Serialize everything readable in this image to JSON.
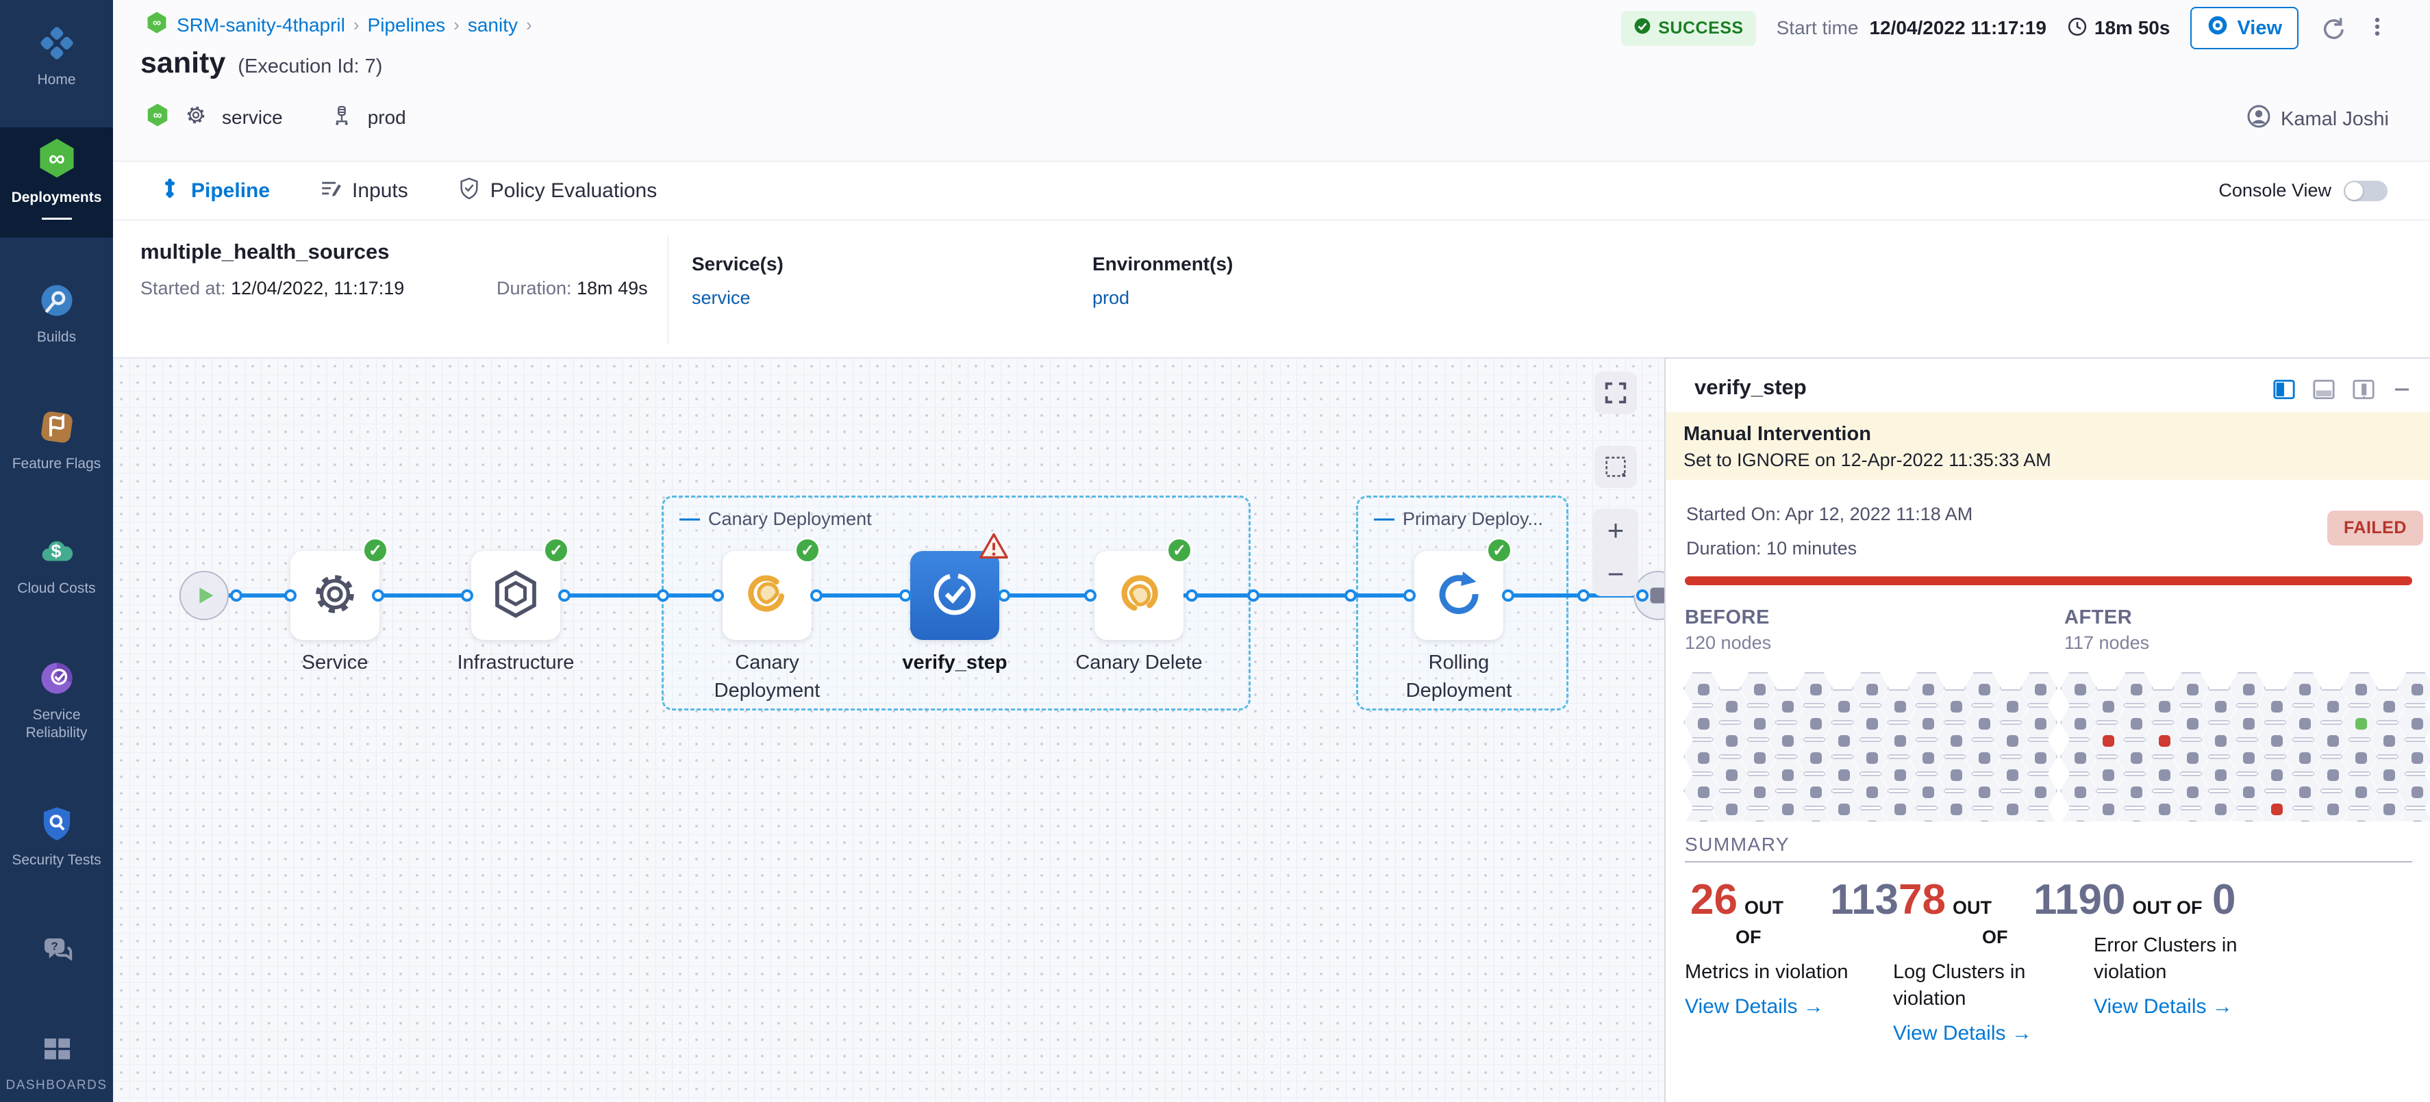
{
  "app": {
    "accent": "#0278d5",
    "success_green": "#42ab45",
    "error_red": "#cf3a31",
    "sidebar_navy": "#1c3458"
  },
  "sidebar": {
    "items": [
      {
        "label": "Home",
        "icon": "home-icon"
      },
      {
        "label": "Deployments",
        "icon": "deployments-icon",
        "active": true
      },
      {
        "label": "Builds",
        "icon": "builds-icon"
      },
      {
        "label": "Feature Flags",
        "icon": "feature-flags-icon"
      },
      {
        "label": "Cloud Costs",
        "icon": "cloud-costs-icon"
      },
      {
        "label": "Service Reliability",
        "icon": "service-reliability-icon"
      },
      {
        "label": "Security Tests",
        "icon": "security-tests-icon"
      },
      {
        "label": "",
        "icon": "help-icon"
      },
      {
        "label": "DASHBOARDS",
        "icon": "dashboards-icon"
      }
    ]
  },
  "topbar": {
    "breadcrumb": {
      "project_icon": "project-icon",
      "items": [
        "SRM-sanity-4thapril",
        "Pipelines",
        "sanity"
      ],
      "separator": "›"
    },
    "status_badge": {
      "label": "SUCCESS",
      "icon": "check-circle-icon"
    },
    "start_time_label": "Start time",
    "start_time": "12/04/2022 11:17:19",
    "duration_icon": "clock-icon",
    "duration": "18m 50s",
    "view_button": {
      "label": "View",
      "icon": "eye-icon"
    },
    "refresh_icon": "refresh-icon",
    "menu_icon": "kebab-menu-icon",
    "title": "sanity",
    "execution_id": "(Execution Id: 7)",
    "context": {
      "pipeline_icon": "project-icon",
      "service_icon": "gear-small-icon",
      "service": "service",
      "environment_icon": "environment-icon",
      "environment": "prod"
    },
    "user": {
      "icon": "user-avatar-icon",
      "name": "Kamal Joshi"
    }
  },
  "tabs": {
    "items": [
      {
        "label": "Pipeline",
        "icon": "pipeline-tab-icon",
        "active": true
      },
      {
        "label": "Inputs",
        "icon": "inputs-tab-icon",
        "active": false
      },
      {
        "label": "Policy Evaluations",
        "icon": "policy-tab-icon",
        "active": false
      }
    ],
    "console_view_label": "Console View",
    "console_toggle_state": "off"
  },
  "stage_bar": {
    "name": "multiple_health_sources",
    "started_label": "Started at:",
    "started": "12/04/2022, 11:17:19",
    "duration_label": "Duration:",
    "duration": "18m 49s",
    "services_label": "Service(s)",
    "service": "service",
    "environments_label": "Environment(s)",
    "environment": "prod"
  },
  "pipeline": {
    "start_icon": "play-icon",
    "end_icon": "stop-icon",
    "groups": [
      {
        "label": "Canary Deployment"
      },
      {
        "label": "Primary Deploy..."
      }
    ],
    "nodes": [
      {
        "label": "Service",
        "icon": "gear-node-icon",
        "status": "success"
      },
      {
        "label": "Infrastructure",
        "icon": "infrastructure-node-icon",
        "status": "success"
      },
      {
        "label": "Canary Deployment",
        "icon": "canary-node-icon",
        "status": "success",
        "group": 0
      },
      {
        "label": "verify_step",
        "icon": "verify-node-icon",
        "status": "warning",
        "selected": true,
        "group": 0
      },
      {
        "label": "Canary Delete",
        "icon": "canary-delete-node-icon",
        "status": "success",
        "group": 0
      },
      {
        "label": "Rolling Deployment",
        "icon": "rolling-node-icon",
        "status": "success",
        "group": 1
      }
    ],
    "controls": [
      {
        "name": "fullscreen-button",
        "icon": "fullscreen-icon"
      },
      {
        "name": "marquee-select-button",
        "icon": "marquee-icon"
      },
      {
        "name": "zoom-in-button",
        "icon": "plus-icon",
        "glyph": "+"
      },
      {
        "name": "zoom-out-button",
        "icon": "minus-icon",
        "glyph": "−"
      }
    ]
  },
  "panel": {
    "title": "verify_step",
    "view_icons": [
      "layout-split-right-icon",
      "layout-split-bottom-icon",
      "layout-panel-right-icon",
      "minimize-icon"
    ],
    "banner": {
      "title": "Manual Intervention",
      "message": "Set to IGNORE on 12-Apr-2022 11:35:33 AM"
    },
    "started": "Started On: Apr 12, 2022 11:18 AM",
    "duration": "Duration: 10 minutes",
    "status_badge": "FAILED",
    "before": {
      "label": "BEFORE",
      "count": "120 nodes"
    },
    "after": {
      "label": "AFTER",
      "count": "117 nodes"
    },
    "node_grids": {
      "cols": 13,
      "rows": 5,
      "default_color": "#8f92ab",
      "before": {
        "special_cells": []
      },
      "after": {
        "special_cells": [
          {
            "col": 10,
            "row": 1,
            "color": "#6abf5e",
            "status": "recovered"
          },
          {
            "col": 1,
            "row": 1,
            "color": "#cf3a31",
            "status": "error"
          },
          {
            "col": 3,
            "row": 1,
            "color": "#cf3a31",
            "status": "error"
          },
          {
            "col": 7,
            "row": 3,
            "color": "#cf3a31",
            "status": "error"
          }
        ]
      }
    },
    "summary_label": "SUMMARY",
    "summary_arrow": "→",
    "cards": [
      {
        "number_parts": [
          {
            "text": "26",
            "color": "#cf4036"
          }
        ],
        "out_of": "OUT OF",
        "total": "",
        "wrap": true,
        "label": "Metrics in violation",
        "link": "View Details"
      },
      {
        "number_parts": [
          {
            "text": "113",
            "color": "#696d8c"
          },
          {
            "text": "78",
            "color": "#cf4036"
          }
        ],
        "out_of": "OUT OF",
        "total": "",
        "wrap": true,
        "label": "Log Clusters in violation",
        "link": "View Details"
      },
      {
        "number_parts": [
          {
            "text": "1190",
            "color": "#696d8c"
          }
        ],
        "out_of": "OUT OF",
        "total": "0",
        "wrap": false,
        "label": "Error Clusters in violation",
        "link": "View Details"
      }
    ]
  }
}
